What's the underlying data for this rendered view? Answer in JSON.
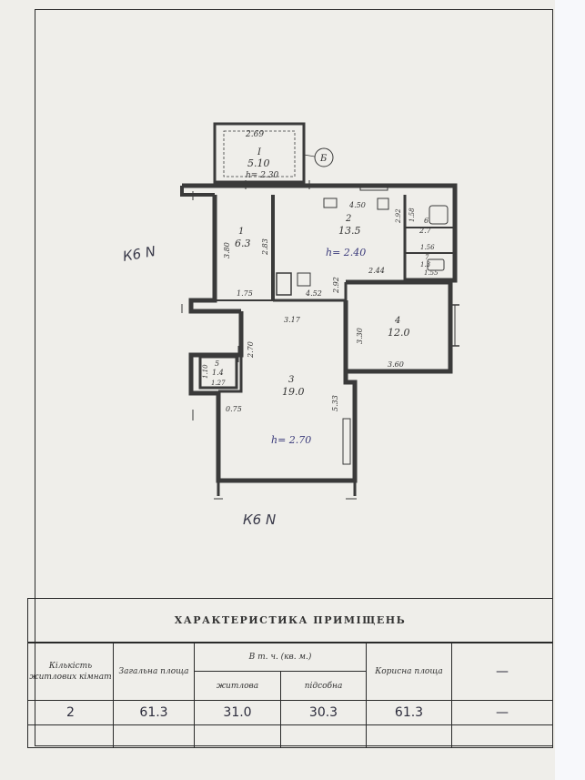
{
  "plan": {
    "balcony": {
      "num": "I",
      "area": "5.10",
      "height": "h= 2.30",
      "width": "2.69",
      "marker": "Б"
    },
    "rooms": [
      {
        "num": "1",
        "area": "6.3"
      },
      {
        "num": "2",
        "area": "13.5",
        "height": "h= 2.40"
      },
      {
        "num": "3",
        "area": "19.0",
        "height": "h= 2.70"
      },
      {
        "num": "4",
        "area": "12.0"
      },
      {
        "num": "5",
        "area": "1.4"
      },
      {
        "num": "6",
        "area": "2.7"
      },
      {
        "num": "7",
        "area": "1.3"
      }
    ],
    "dims": {
      "d_450": "4.50",
      "d_380": "3.80",
      "d_283": "2.83",
      "d_175": "1.75",
      "d_452": "4.52",
      "d_292": "2.92",
      "d_244": "2.44",
      "d_292b": "2.92",
      "d_158": "1.58",
      "d_156": "1.56",
      "d_155": "1.55",
      "d_317": "3.17",
      "d_330": "3.30",
      "d_360": "3.60",
      "d_270": "2.70",
      "d_533": "5.33",
      "d_075": "0.75",
      "d_110": "1.10",
      "d_127": "1.27"
    },
    "axis_label_left": "К6 N",
    "axis_label_bottom": "К6 N"
  },
  "table": {
    "title": "ХАРАКТЕРИСТИКА ПРИМІЩЕНЬ",
    "headers": {
      "rooms_count": "Кількість житлових кімнат",
      "total_area": "Загальна площа",
      "incl": "В т. ч. (кв. м.)",
      "living": "житлова",
      "auxiliary": "підсобна",
      "useful": "Корисна площа",
      "extra": "—"
    },
    "values": {
      "rooms_count": "2",
      "total_area": "61.3",
      "living": "31.0",
      "auxiliary": "30.3",
      "useful": "61.3",
      "extra": "—"
    }
  }
}
